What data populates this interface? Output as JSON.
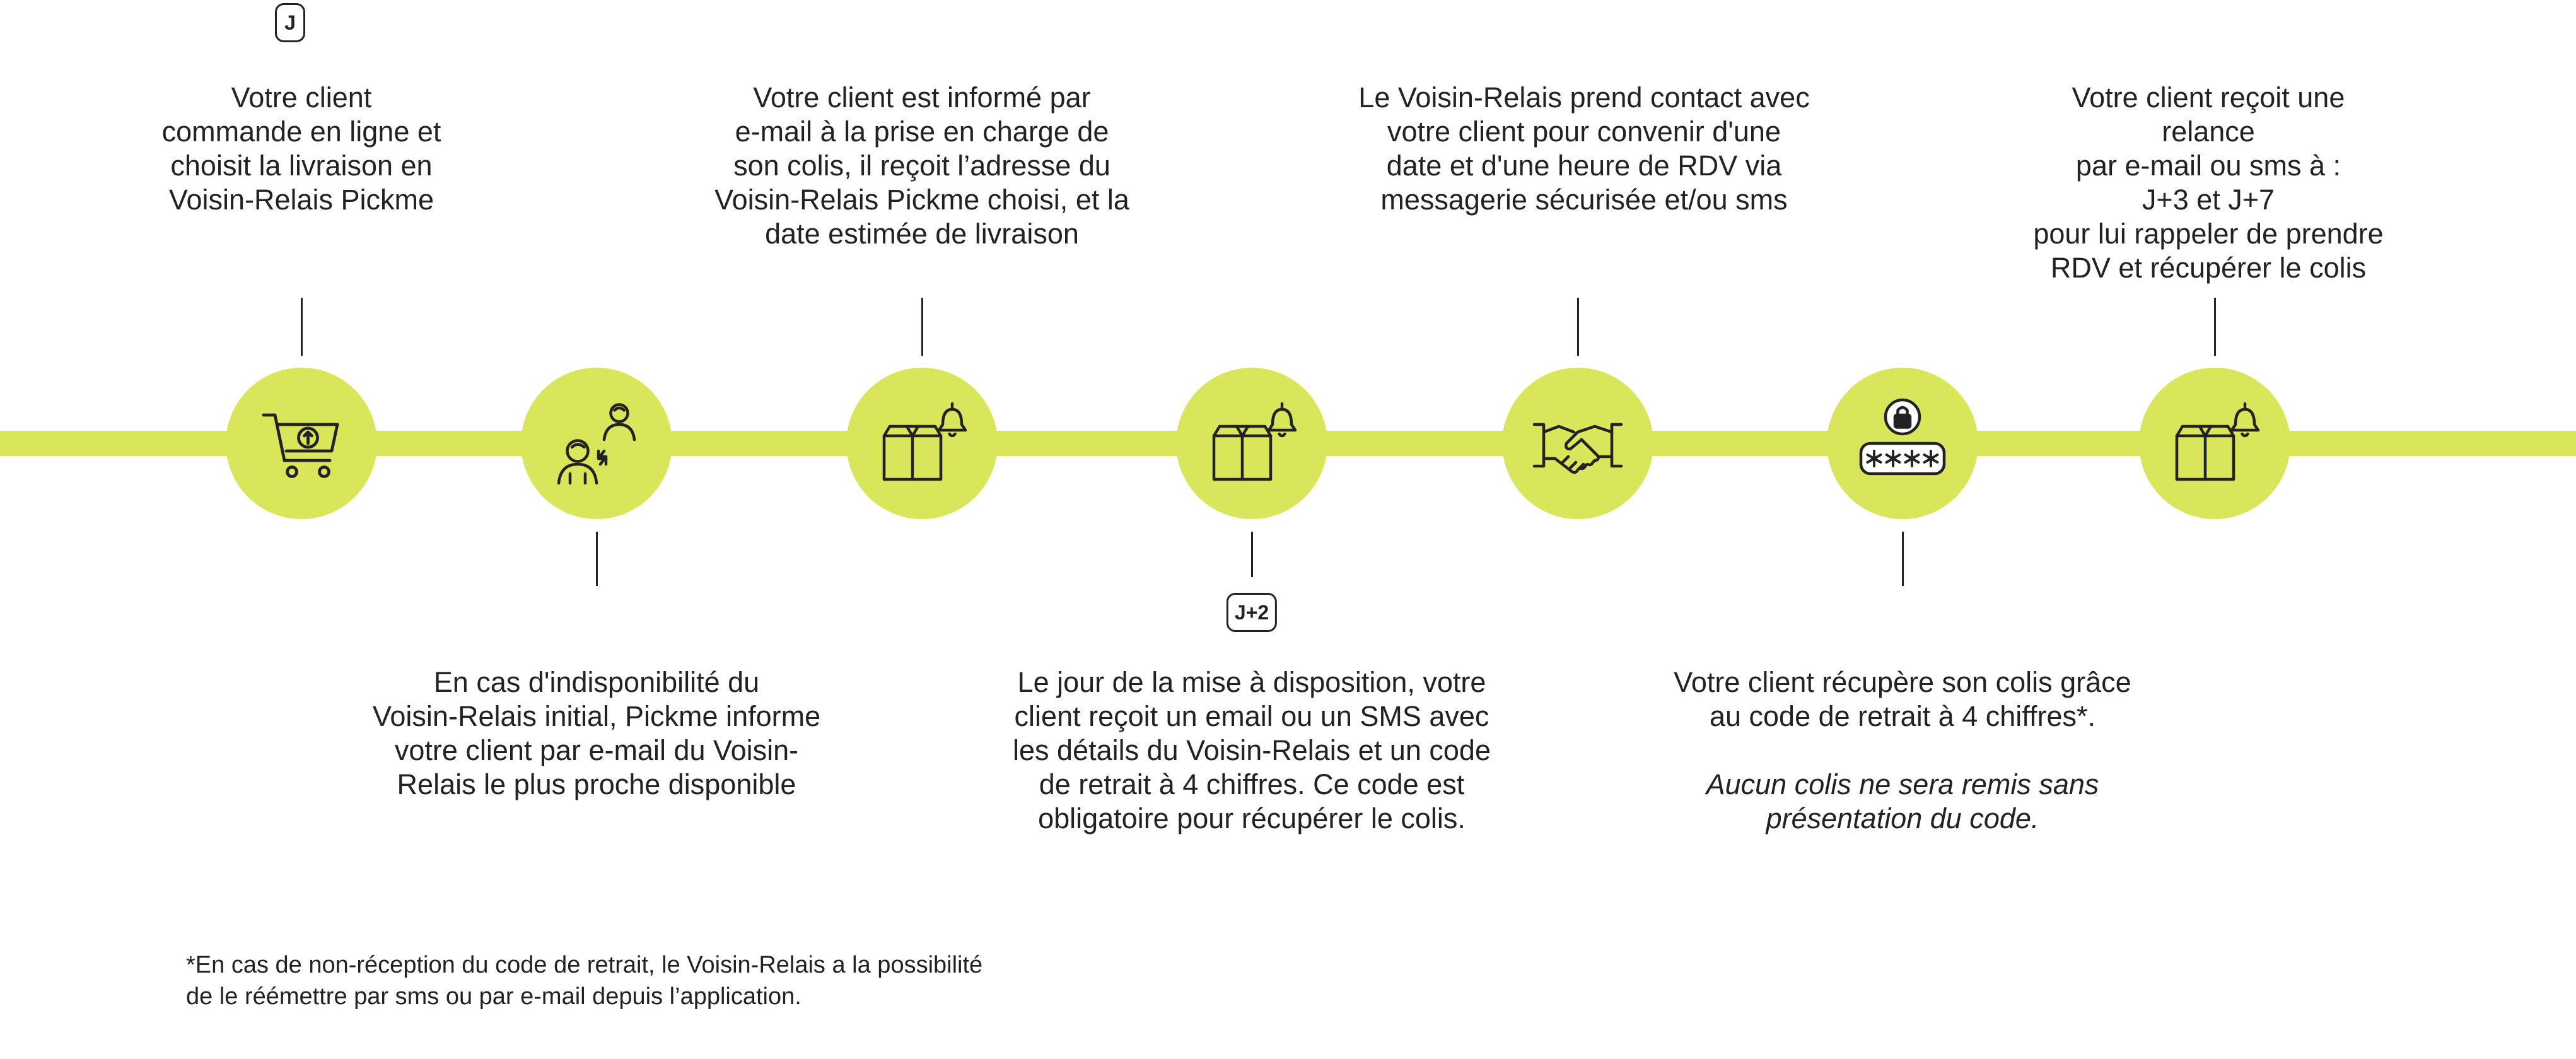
{
  "accent_color": "#d9e65a",
  "steps": [
    {
      "icon": "shopping-cart-icon",
      "badge": "J",
      "text": "Votre client\ncommande en ligne et\nchoisit la livraison en\nVoisin-Relais Pickme"
    },
    {
      "icon": "user-switch-icon",
      "text": "En cas d'indisponibilité du\nVoisin-Relais initial, Pickme informe\nvotre client par e-mail du Voisin-\nRelais le plus proche disponible"
    },
    {
      "icon": "package-notification-icon",
      "text": "Votre client est informé par\ne-mail à la prise en charge de\nson colis, il reçoit l’adresse du\nVoisin-Relais Pickme choisi, et la\ndate estimée de livraison"
    },
    {
      "icon": "package-notification-icon",
      "badge": "J+2",
      "text": "Le jour de la mise à disposition, votre\nclient reçoit un email ou un SMS avec\nles détails du Voisin-Relais et un code\nde retrait à 4 chiffres. Ce code est\nobligatoire pour récupérer le colis."
    },
    {
      "icon": "handshake-icon",
      "text": "Le Voisin-Relais prend contact avec\nvotre client pour convenir d'une\ndate et d'une heure de RDV via\nmessagerie sécurisée et/ou sms"
    },
    {
      "icon": "lock-code-icon",
      "text": "Votre client récupère son colis grâce\nau code de retrait à 4 chiffres*.",
      "note": "Aucun colis ne sera remis sans\nprésentation du code."
    },
    {
      "icon": "package-notification-icon",
      "text": "Votre client reçoit une relance\npar e-mail ou sms à :\nJ+3 et J+7\npour lui rappeler de prendre\nRDV et récupérer le colis"
    }
  ],
  "footnote": "*En cas de non-réception du code de retrait, le Voisin-Relais a la possibilité\nde le réémettre par sms ou par e-mail depuis l’application."
}
